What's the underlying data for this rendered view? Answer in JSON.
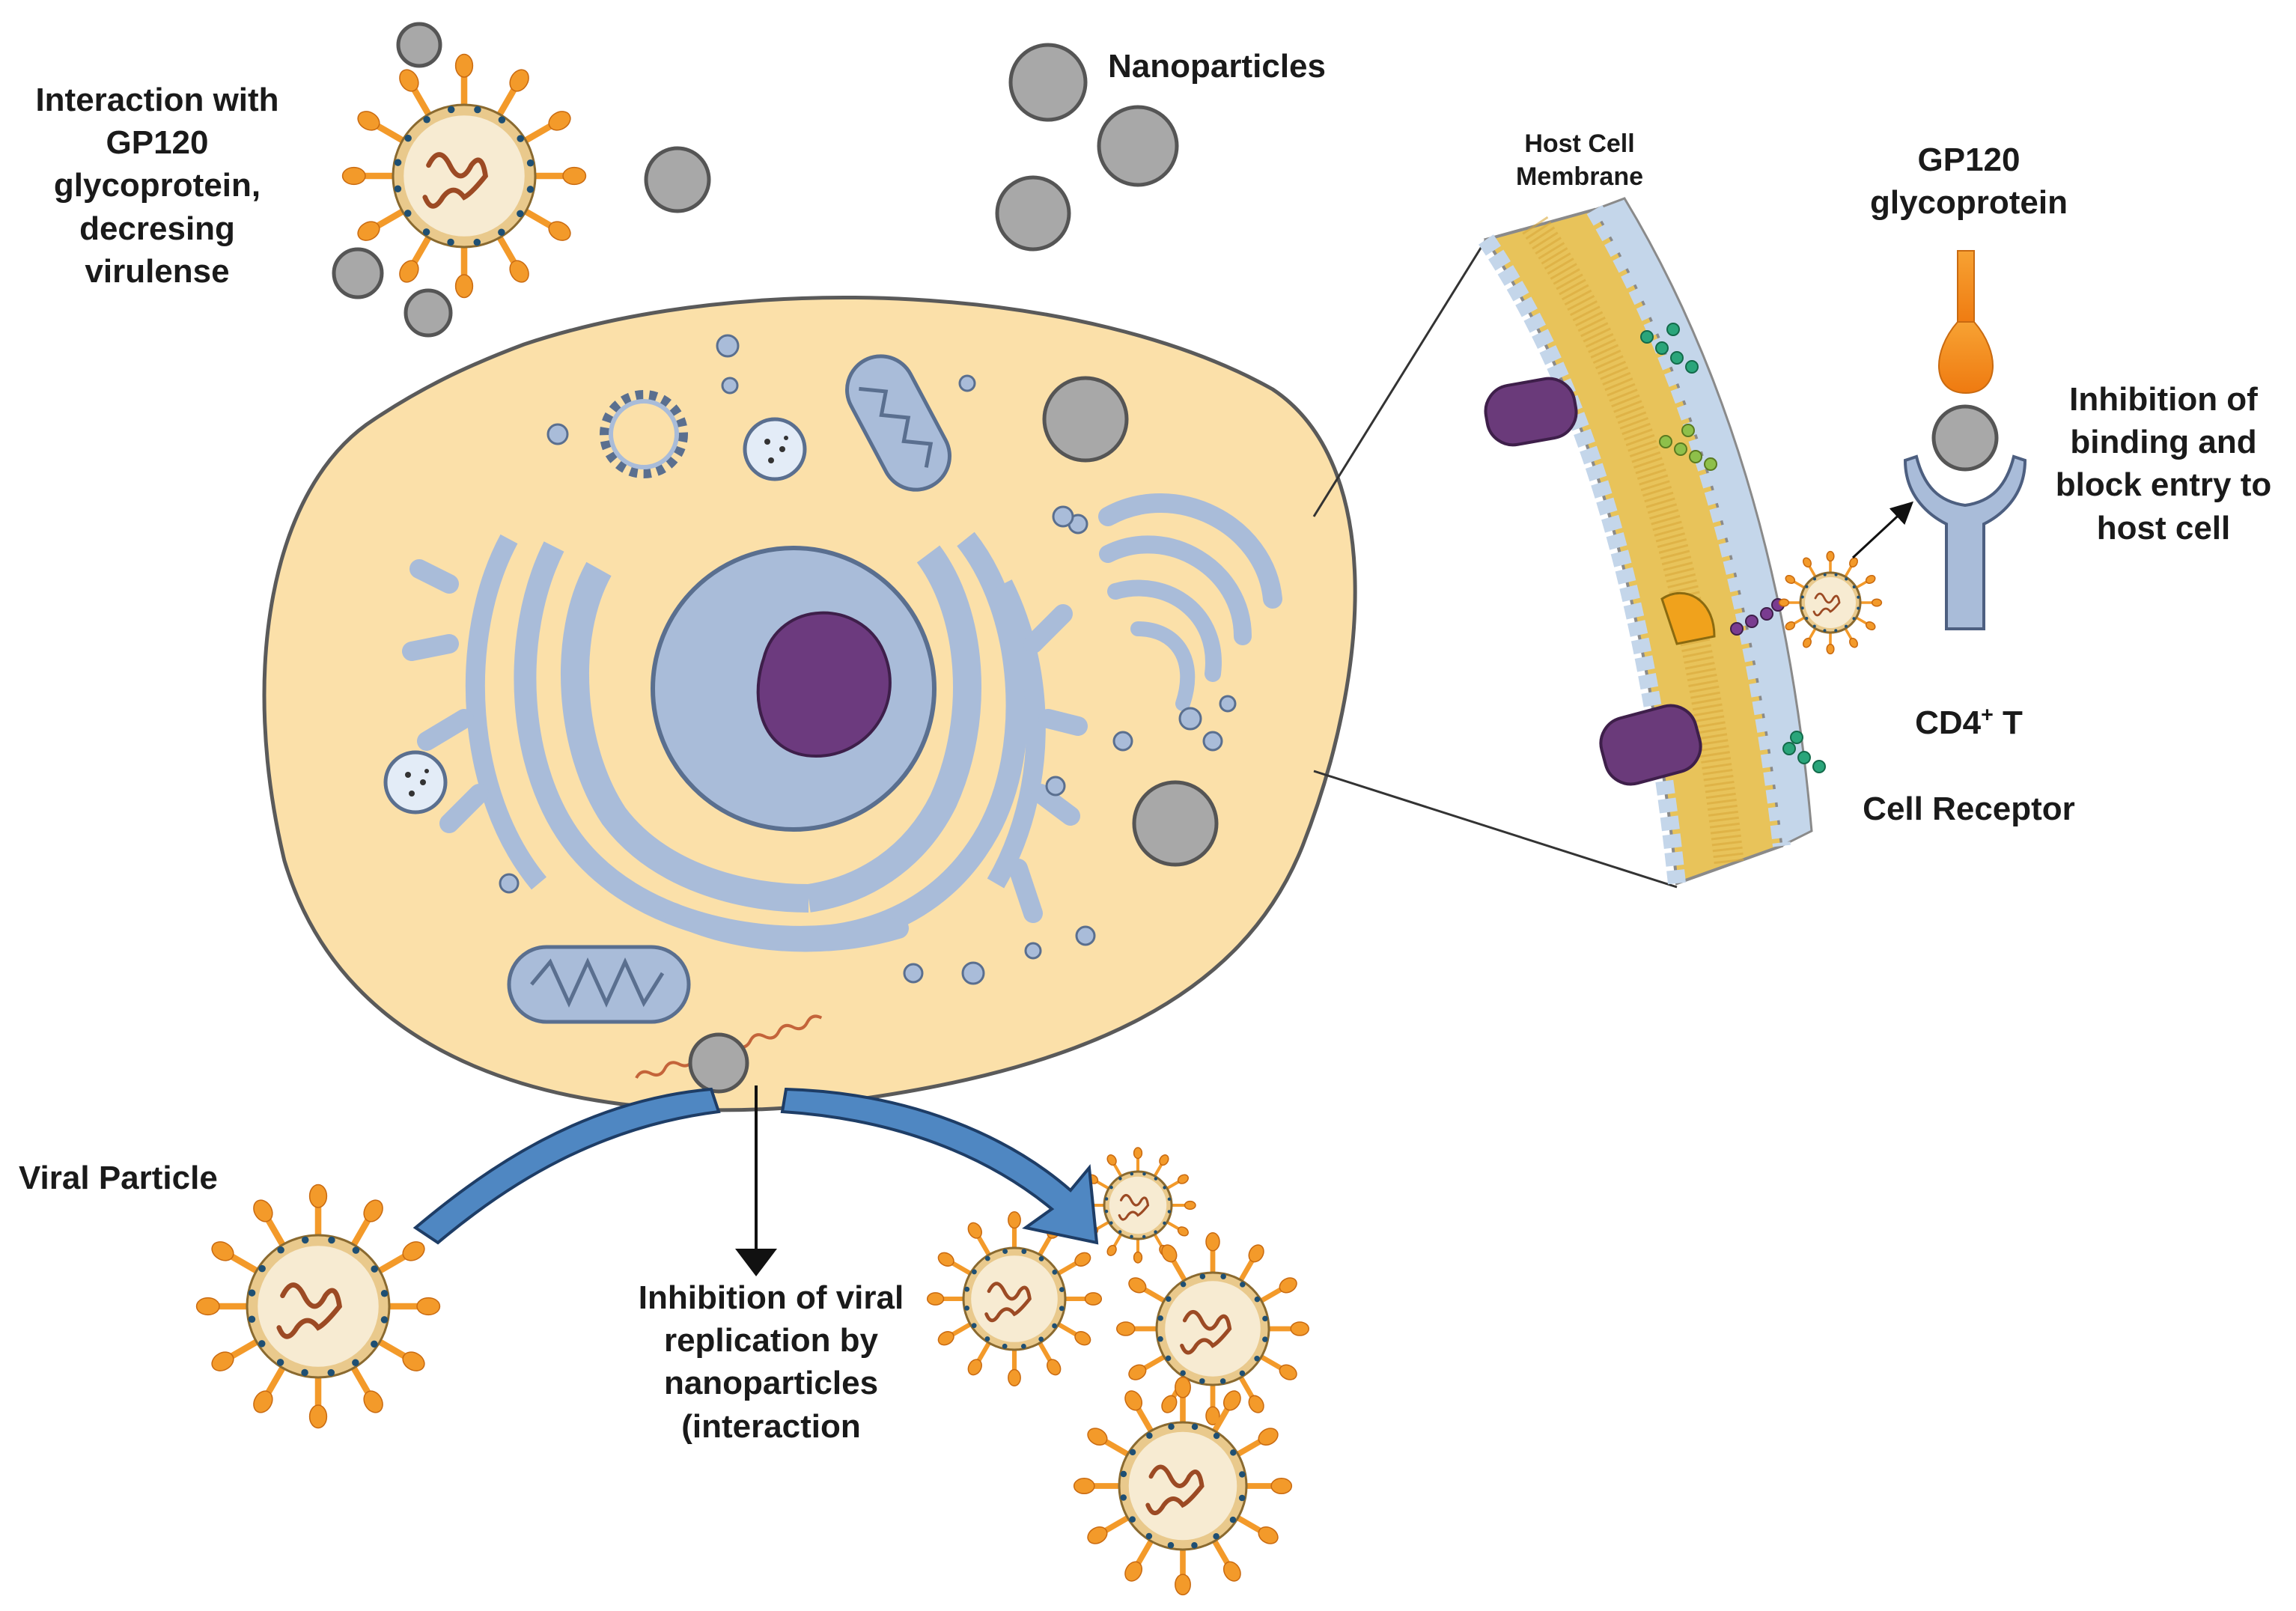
{
  "labels": {
    "interaction_gp120": "Interaction with\nGP120\nglycoprotein,\ndecresing\nvirulense",
    "nanoparticles": "Nanoparticles",
    "host_cell_membrane": "Host Cell\nMembrane",
    "gp120_glycoprotein": "GP120\nglycoprotein",
    "inhibition_binding": "Inhibition of\nbinding and\nblock entry to\nhost cell",
    "cd4_main": "CD4",
    "cd4_sup": "+",
    "cd4_t": " T",
    "cell_receptor": "Cell Receptor",
    "viral_particle": "Viral Particle",
    "inhibition_replication": "Inhibition of viral\nreplication by\nnanoparticles\n(interaction"
  },
  "colors": {
    "cytoplasm": "#fbe0a9",
    "cytoplasm_stroke": "#5a5a5a",
    "organelle": "#a9bcd9",
    "organelle_stroke": "#5a6f8f",
    "nucleolus": "#6c3a7e",
    "nanoparticle": "#a8a8a8",
    "nanoparticle_stroke": "#555555",
    "spike": "#f39a2a",
    "virus_core": "#f7ebd2",
    "rna": "#9c4a24",
    "membrane_lipid": "#e8c35a",
    "membrane_head": "#c4d6ea",
    "protein": "#6a3a7a",
    "arrow_blue": "#4f87c2",
    "arrow_blue_stroke": "#1e3d66"
  }
}
